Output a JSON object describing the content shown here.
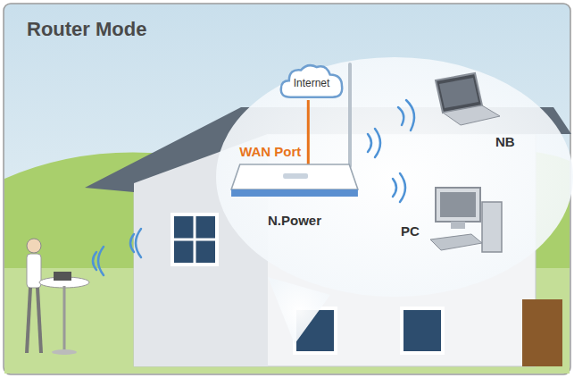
{
  "diagram": {
    "title": "Router Mode",
    "nodes": [
      {
        "text": [
          "Internet"
        ]
      },
      {
        "text": [
          "N.Power"
        ]
      }
    ],
    "edges": [
      {
        "from": 0,
        "to": 1,
        "label": "WAN Port",
        "arrow": "none"
      }
    ],
    "labels": [
      "NB",
      "PC"
    ]
  }
}
